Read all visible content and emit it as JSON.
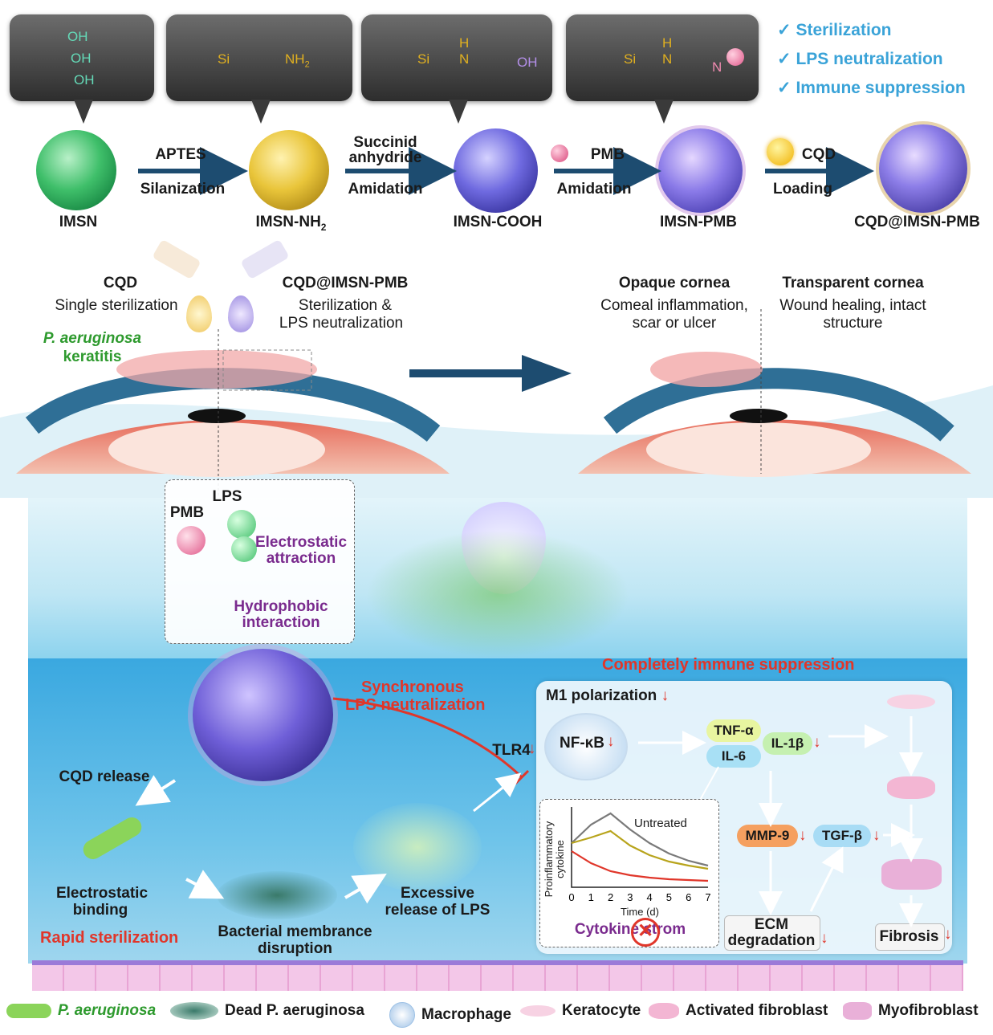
{
  "benefits": [
    "Sterilization",
    "LPS neutralization",
    "Immune suppression"
  ],
  "synthesis": {
    "stages": [
      "IMSN",
      "IMSN-NH",
      "IMSN-COOH",
      "IMSN-PMB",
      "CQD@IMSN-PMB"
    ],
    "nh2_subscript": "2",
    "steps": [
      {
        "top": "APTES",
        "bottom": "Silanization"
      },
      {
        "top": "Succinid anhydride",
        "bottom": "Amidation"
      },
      {
        "top": "PMB",
        "bottom": "Amidation"
      },
      {
        "top": "CQD",
        "bottom": "Loading"
      }
    ],
    "chem": {
      "oh": "OH",
      "si": "Si",
      "nh2": "NH",
      "h": "H",
      "n": "N"
    }
  },
  "treatment": {
    "cqd_title": "CQD",
    "cqd_desc": "Single sterilization",
    "combo_title": "CQD@IMSN-PMB",
    "combo_desc1": "Sterilization &",
    "combo_desc2": "LPS neutralization",
    "infection_1": "P. aeruginosa",
    "infection_2": "keratitis",
    "opaque_title": "Opaque cornea",
    "opaque_desc1": "Comeal inflammation,",
    "opaque_desc2": "scar or ulcer",
    "transparent_title": "Transparent cornea",
    "transparent_desc1": "Wound healing, intact",
    "transparent_desc2": "structure"
  },
  "mechanism": {
    "pmb": "PMB",
    "lps": "LPS",
    "electrostatic_1": "Electrostatic",
    "electrostatic_2": "attraction",
    "hydrophobic_1": "Hydrophobic",
    "hydrophobic_2": "interaction",
    "sync_1": "Synchronous",
    "sync_2": "LPS neutralization",
    "cqd_release": "CQD release",
    "binding_1": "Electrostatic",
    "binding_2": "binding",
    "disruption_1": "Bacterial membrance",
    "disruption_2": "disruption",
    "excess_1": "Excessive",
    "excess_2": "release of LPS",
    "rapid": "Rapid sterilization",
    "immune_title": "Completely immune suppression"
  },
  "immune": {
    "m1": "M1 polarization",
    "tlr4": "TLR4",
    "nfkb": "NF-κB",
    "tnf": "TNF-α",
    "il6": "IL-6",
    "il1b": "IL-1β",
    "mmp9": "MMP-9",
    "tgfb": "TGF-β",
    "ecm_1": "ECM",
    "ecm_2": "degradation",
    "fibrosis": "Fibrosis",
    "down_arrow": "↓"
  },
  "chart_data": {
    "type": "line",
    "title": "Cytokine strom",
    "xlabel": "Time (d)",
    "ylabel": "Proinflammatory cytokine",
    "x": [
      0,
      1,
      2,
      3,
      4,
      5,
      6,
      7
    ],
    "xlim": [
      0,
      7
    ],
    "ylim": [
      0,
      1
    ],
    "annotation": "Untreated",
    "series": [
      {
        "name": "Untreated",
        "color": "#7a7a7a",
        "values": [
          0.55,
          0.78,
          0.92,
          0.72,
          0.55,
          0.42,
          0.33,
          0.27
        ]
      },
      {
        "name": "",
        "color": "#b8a41c",
        "values": [
          0.55,
          0.62,
          0.7,
          0.52,
          0.4,
          0.32,
          0.27,
          0.23
        ]
      },
      {
        "name": "",
        "color": "#e0362a",
        "values": [
          0.45,
          0.3,
          0.2,
          0.15,
          0.12,
          0.1,
          0.09,
          0.08
        ]
      }
    ]
  },
  "legend": [
    "P. aeruginosa",
    "Dead P. aeruginosa",
    "Macrophage",
    "Keratocyte",
    "Activated fibroblast",
    "Myofibroblast"
  ],
  "colors": {
    "accent_red": "#e0362a",
    "check_blue": "#3aa3d8",
    "arrow_navy": "#1d4c70",
    "purple": "#7a2b8e",
    "green": "#2e9a2e"
  }
}
